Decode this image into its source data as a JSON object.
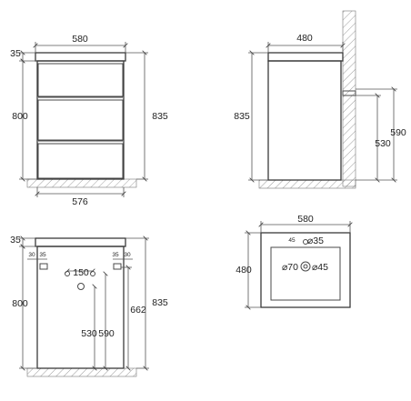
{
  "front_view": {
    "width_top": "580",
    "top_offset": "35",
    "height_body": "800",
    "height_total": "835",
    "width_bottom": "576"
  },
  "side_view": {
    "depth": "480",
    "height_total": "835",
    "mount_low": "530",
    "mount_high": "590"
  },
  "top_view": {
    "width": "580",
    "depth": "480",
    "offset_small": "45",
    "hole_small": "⌀35",
    "hole_drain": "⌀70",
    "hole_overflow": "⌀45"
  },
  "back_view": {
    "top_offset": "35",
    "edge_left_a": "30",
    "edge_left_b": "35",
    "edge_right_a": "35",
    "edge_right_b": "30",
    "center_spacing": "150",
    "height_body": "800",
    "height_total": "835",
    "height_inner": "662",
    "mount_low": "530",
    "mount_high": "590"
  }
}
